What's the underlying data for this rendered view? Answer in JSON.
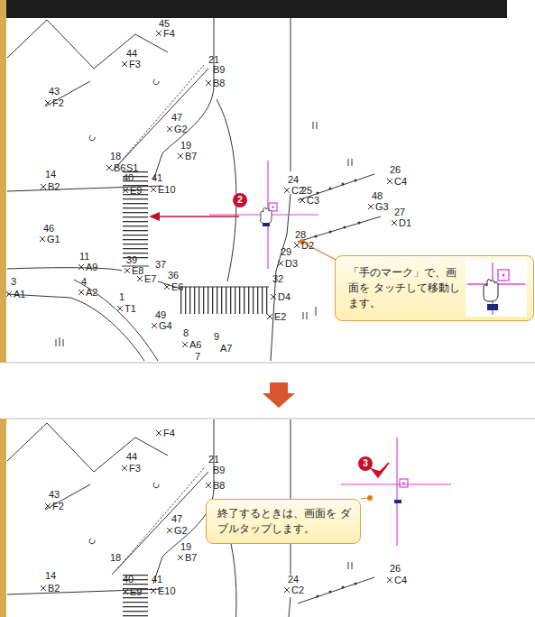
{
  "diagram": {
    "nodes": [
      {
        "text": [
          "「手のマーク」で、画面を タッチして移動します。"
        ]
      },
      {
        "text": [
          "終了するときは、画面を ダブルタップします。"
        ]
      }
    ],
    "labels": [
      "45",
      "F4",
      "44",
      "F3",
      "43",
      "F2",
      "21",
      "B9",
      "B8",
      "47",
      "G2",
      "19",
      "B7",
      "18",
      "B6",
      "S1",
      "40",
      "41",
      "E9",
      "E10",
      "14",
      "B2",
      "46",
      "G1",
      "11",
      "A9",
      "4",
      "A2",
      "3",
      "A1",
      "1",
      "T1",
      "39",
      "E8",
      "37",
      "E7",
      "36",
      "E6",
      "49",
      "G4",
      "8",
      "A6",
      "9",
      "A7",
      "7",
      "24",
      "C2",
      "25",
      "C3",
      "26",
      "C4",
      "48",
      "G3",
      "27",
      "D1",
      "28",
      "D2",
      "29",
      "D3",
      "32",
      "D4",
      "E2",
      "2",
      "F4",
      "44",
      "F3",
      "43",
      "F2",
      "21",
      "B9",
      "B8",
      "47",
      "G2",
      "19",
      "B7",
      "18",
      "14",
      "B2",
      "40",
      "41",
      "E9",
      "E10",
      "24",
      "C2",
      "26",
      "C4",
      "3"
    ]
  }
}
